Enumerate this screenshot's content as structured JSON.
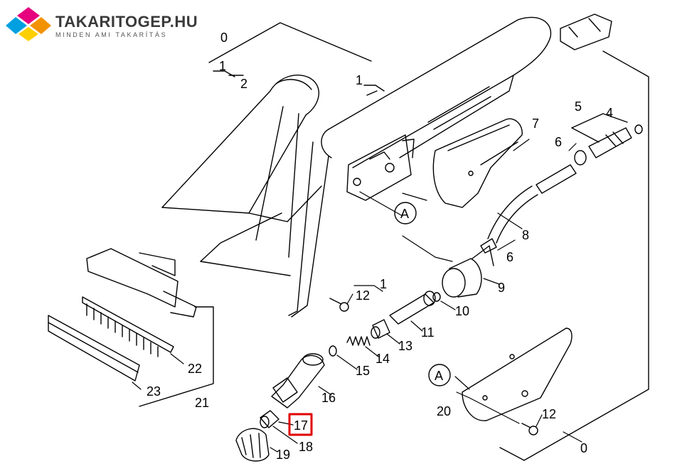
{
  "brand": {
    "name": "TAKARITOGEP.HU",
    "tagline": "MINDEN AMI TAKARÍTÁS",
    "colors": [
      "#e6007e",
      "#00a0e0",
      "#f39200",
      "#fcd000"
    ]
  },
  "highlight": {
    "part": "17",
    "color": "#e00000"
  },
  "callouts": {
    "c0a": "0",
    "c1a": "1",
    "c2": "2",
    "c1b": "1",
    "c7": "7",
    "c5": "5",
    "c4": "4",
    "c6a": "6",
    "cA1": "A",
    "c8": "8",
    "c6b": "6",
    "c9": "9",
    "c12a": "12",
    "c1c": "1",
    "c10": "10",
    "c11": "11",
    "c13": "13",
    "c14": "14",
    "c15": "15",
    "c16": "16",
    "c17": "17",
    "c18": "18",
    "c19": "19",
    "c22": "22",
    "c23": "23",
    "c21": "21",
    "cA2": "A",
    "c20": "20",
    "c12b": "12",
    "c0b": "0"
  }
}
